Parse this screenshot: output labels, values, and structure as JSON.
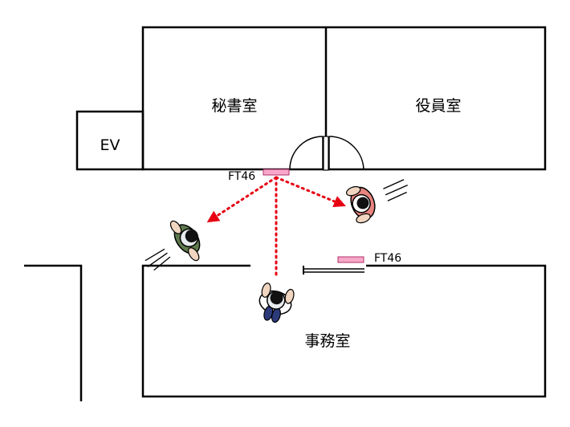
{
  "rooms": {
    "secretary": "秘書室",
    "executive": "役員室",
    "elevator": "EV",
    "office": "事務室"
  },
  "sensors": {
    "top": "FT46",
    "office_door": "FT46"
  },
  "colors": {
    "wall": "#000000",
    "sensor_fill": "#f7a8c8",
    "sensor_stroke": "#b0306a",
    "signal": "#e60012",
    "person_green": "#5e7a4e",
    "person_red": "#e8847f",
    "person_navy": "#2c3a7a"
  }
}
